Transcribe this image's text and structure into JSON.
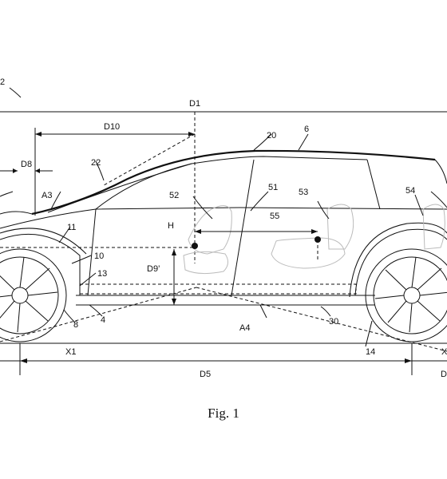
{
  "figure": {
    "caption": "Fig. 1",
    "labels": {
      "ref_2": "2",
      "d1": "D1",
      "d10": "D10",
      "d8": "D8",
      "ref_22": "22",
      "ref_20": "20",
      "ref_6": "6",
      "a3": "A3",
      "ref_52": "52",
      "ref_51": "51",
      "ref_53": "53",
      "ref_54": "54",
      "ref_55": "55",
      "h": "H",
      "ref_11": "11",
      "ref_10": "10",
      "ref_13": "13",
      "d9p": "D9’",
      "ref_4": "4",
      "ref_8": "8",
      "x1": "X1",
      "a4": "A4",
      "ref_30": "30",
      "ref_14": "14",
      "d5": "D5",
      "x_right": "X",
      "d_right": "D"
    }
  }
}
